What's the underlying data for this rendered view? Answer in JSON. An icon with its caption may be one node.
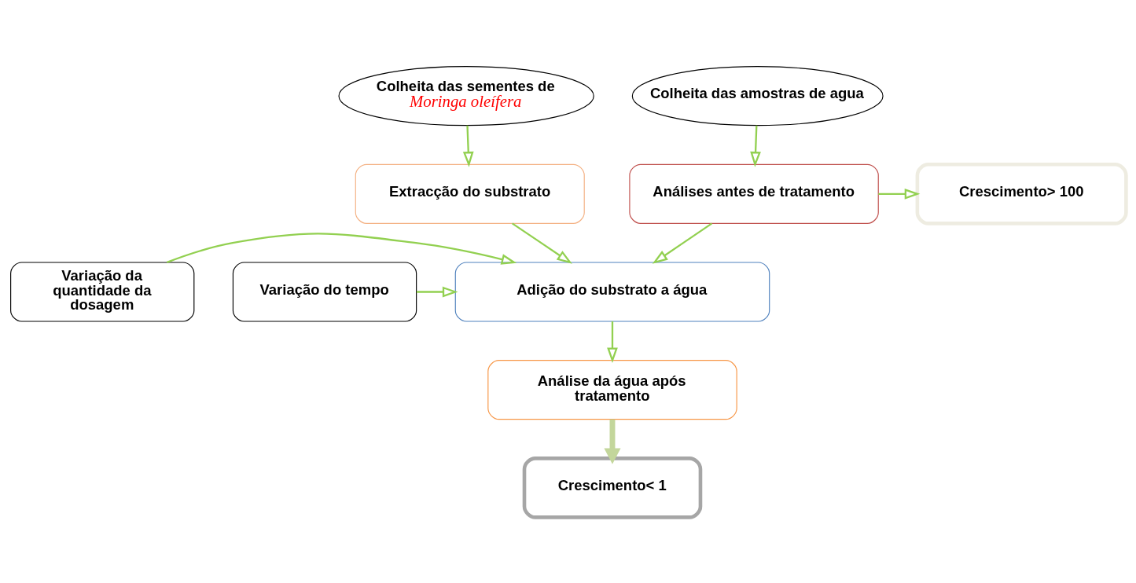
{
  "diagram": {
    "nodes": [
      {
        "text": [
          "Colheita das sementes de",
          "Moringa oleífera"
        ]
      },
      {
        "text": [
          "Colheita das amostras de agua"
        ]
      },
      {
        "text": [
          "Extracção do substrato"
        ]
      },
      {
        "text": [
          "Crescimento> 100"
        ]
      },
      {
        "text": [
          "Análises antes de tratamento"
        ]
      },
      {
        "text": [
          "Adição do substrato a água"
        ]
      },
      {
        "text": [
          "Variação da quantidade da dosagem"
        ]
      },
      {
        "text": [
          "Variação do tempo"
        ]
      },
      {
        "text": [
          "Análise da água após tratamento"
        ]
      },
      {
        "text": [
          "Crescimento< 1"
        ]
      }
    ],
    "edges": [
      {
        "from": 0,
        "to": 2,
        "arrow": "to"
      },
      {
        "from": 1,
        "to": 4,
        "arrow": "to"
      },
      {
        "from": 4,
        "to": 3,
        "arrow": "to"
      },
      {
        "from": 2,
        "to": 5,
        "arrow": "to"
      },
      {
        "from": 6,
        "to": 5,
        "arrow": "to"
      },
      {
        "from": 4,
        "to": 5,
        "arrow": "to"
      },
      {
        "from": 7,
        "to": 5,
        "arrow": "to"
      },
      {
        "from": 5,
        "to": 8,
        "arrow": "to"
      },
      {
        "from": 8,
        "to": 9,
        "arrow": "to",
        "style": "thick",
        "color": "#c3d69b"
      }
    ]
  }
}
